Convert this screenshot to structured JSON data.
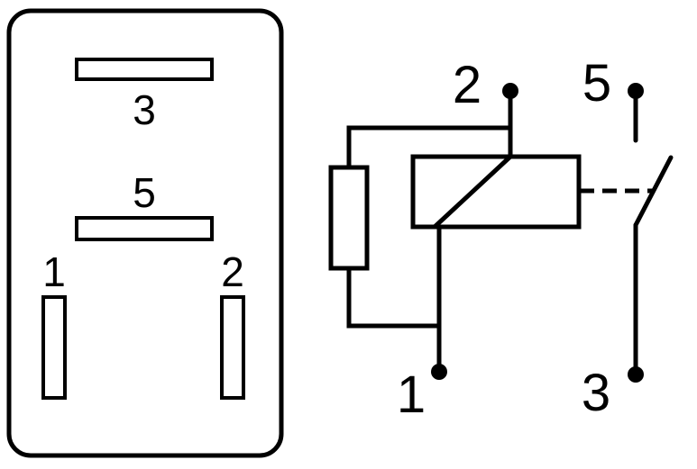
{
  "footprint": {
    "pins": [
      {
        "id": "pin-3",
        "label": "3"
      },
      {
        "id": "pin-5",
        "label": "5"
      },
      {
        "id": "pin-1",
        "label": "1"
      },
      {
        "id": "pin-2",
        "label": "2"
      }
    ]
  },
  "schematic": {
    "terminals": [
      {
        "id": "term-2",
        "label": "2"
      },
      {
        "id": "term-5",
        "label": "5"
      },
      {
        "id": "term-1",
        "label": "1"
      },
      {
        "id": "term-3",
        "label": "3"
      }
    ]
  },
  "colors": {
    "line": "#000000",
    "background": "#ffffff"
  }
}
